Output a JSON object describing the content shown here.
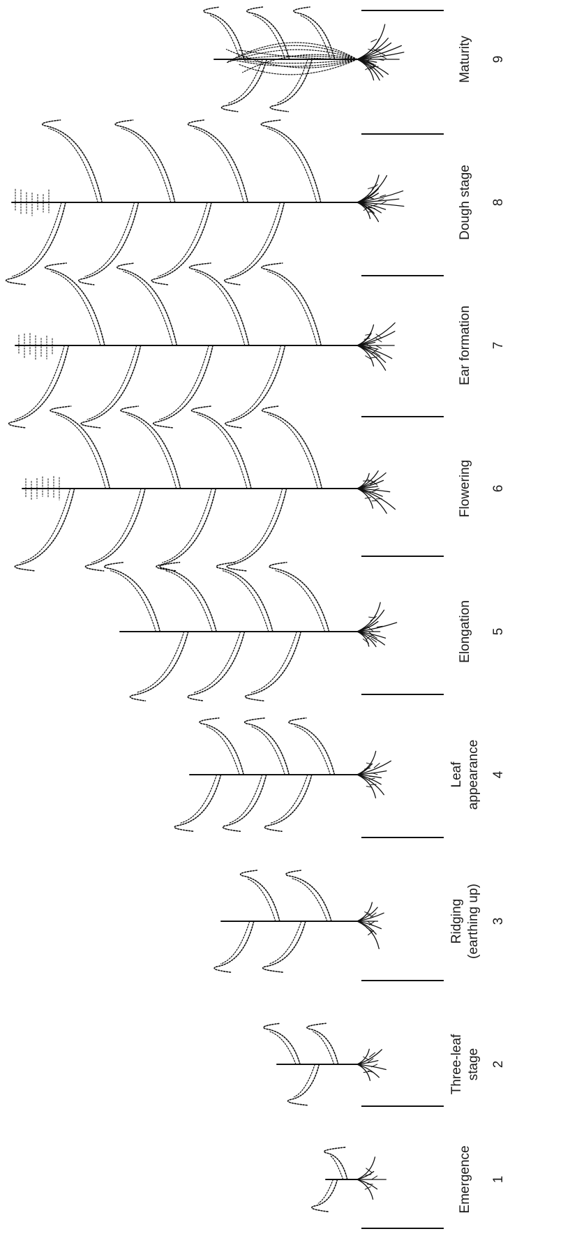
{
  "figure": {
    "orientation": "rotated-90-ccw",
    "stages": [
      {
        "number": "1",
        "label_lines": [
          "Emergence"
        ]
      },
      {
        "number": "2",
        "label_lines": [
          "Three-leaf",
          "stage"
        ]
      },
      {
        "number": "3",
        "label_lines": [
          "Ridging",
          "(earthing up)"
        ]
      },
      {
        "number": "4",
        "label_lines": [
          "Leaf",
          "appearance"
        ]
      },
      {
        "number": "5",
        "label_lines": [
          "Elongation"
        ]
      },
      {
        "number": "6",
        "label_lines": [
          "Flowering"
        ]
      },
      {
        "number": "7",
        "label_lines": [
          "Ear formation"
        ]
      },
      {
        "number": "8",
        "label_lines": [
          "Dough stage"
        ]
      },
      {
        "number": "9",
        "label_lines": [
          "Maturity"
        ]
      }
    ]
  }
}
